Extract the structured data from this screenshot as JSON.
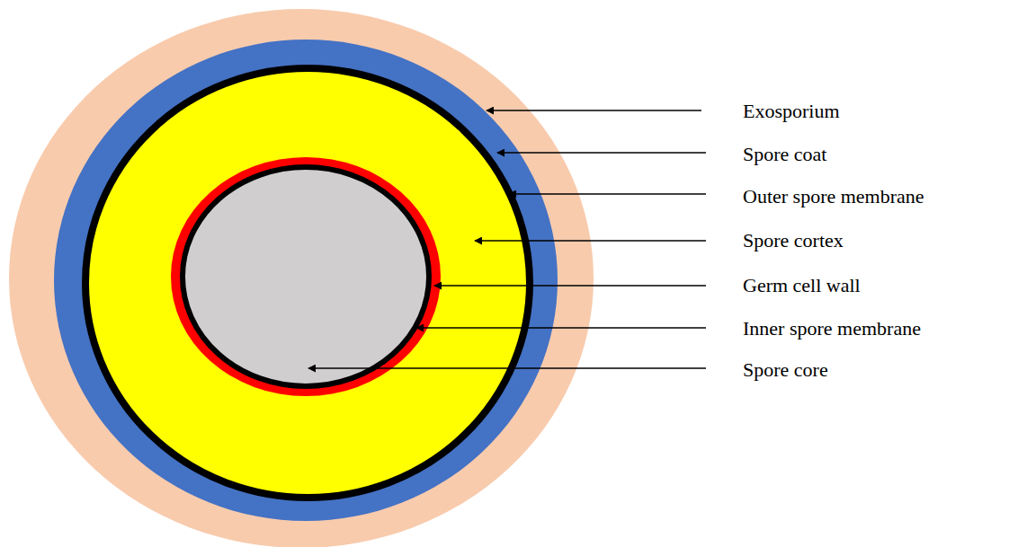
{
  "diagram": {
    "labels": [
      "Exosporium",
      "Spore coat",
      "Outer spore membrane",
      "Spore cortex",
      "Germ cell wall",
      "Inner spore membrane",
      "Spore core"
    ]
  }
}
